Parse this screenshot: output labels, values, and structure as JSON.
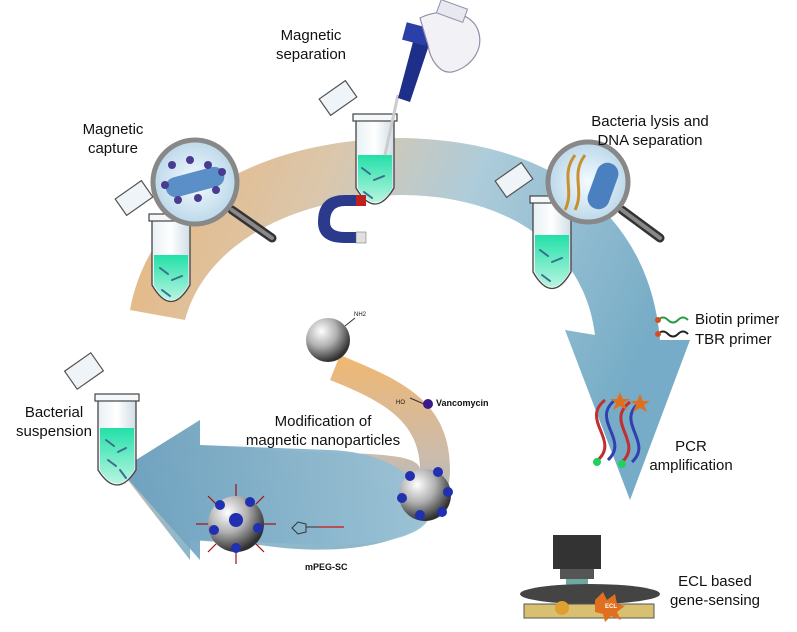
{
  "labels": {
    "magnetic_separation": [
      "Magnetic",
      "separation"
    ],
    "magnetic_capture": [
      "Magnetic",
      "capture"
    ],
    "bacteria_lysis": [
      "Bacteria lysis and",
      "DNA separation"
    ],
    "biotin_primer": "Biotin primer",
    "tbr_primer": "TBR primer",
    "bacterial_suspension": [
      "Bacterial",
      "suspension"
    ],
    "modification": [
      "Modification of",
      "magnetic nanoparticles"
    ],
    "vancomycin": "Vancomycin",
    "pcr": [
      "PCR",
      "amplification"
    ],
    "ecl": [
      "ECL based",
      "gene-sensing"
    ],
    "mpeg": "mPEG-SC",
    "nh2": "NH2",
    "cooh": "HO",
    "ecl_badge": "ECL"
  },
  "colors": {
    "arrow_orange": "#e8b070",
    "arrow_blue": "#7fb3cc",
    "tube_liquid": "#22e0a8",
    "nanoparticle_dot": "#2030b0"
  }
}
